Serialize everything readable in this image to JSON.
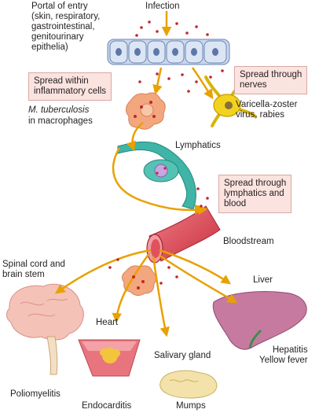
{
  "labels": {
    "portal": "Portal of entry\n(skin, respiratory,\ngastrointestinal,\ngenitourinary\nepithelia)",
    "infection": "Infection",
    "spread_inflammatory": "Spread within\ninflammatory cells",
    "m_tuberculosis_species": "M. tuberculosis",
    "m_tuberculosis_rest": "in macrophages",
    "spread_nerves": "Spread through\nnerves",
    "varicella": "Varicella-zoster\nvirus, rabies",
    "lymphatics": "Lymphatics",
    "spread_lymph_blood": "Spread through\nlymphatics and\nblood",
    "bloodstream": "Bloodstream",
    "spinal_cord": "Spinal cord and\nbrain stem",
    "liver": "Liver",
    "heart": "Heart",
    "salivary_gland": "Salivary gland",
    "hepatitis": "Hepatitis\nYellow fever",
    "poliomyelitis": "Poliomyelitis",
    "endocarditis": "Endocarditis",
    "mumps": "Mumps"
  },
  "colors": {
    "arrow": "#e8a100",
    "virus_dot": "#c1272d",
    "epithelium": "#c9d7ee",
    "nerve_cell": "#f2d21c",
    "macrophage": "#f3a77f",
    "lymphatic": "#3fb4a7",
    "blood_vessel": "#dd4a57",
    "liver": "#c77aa0",
    "brain": "#f4c2b6",
    "salivary": "#f3e2a9",
    "box_fill": "#fbe3df"
  }
}
